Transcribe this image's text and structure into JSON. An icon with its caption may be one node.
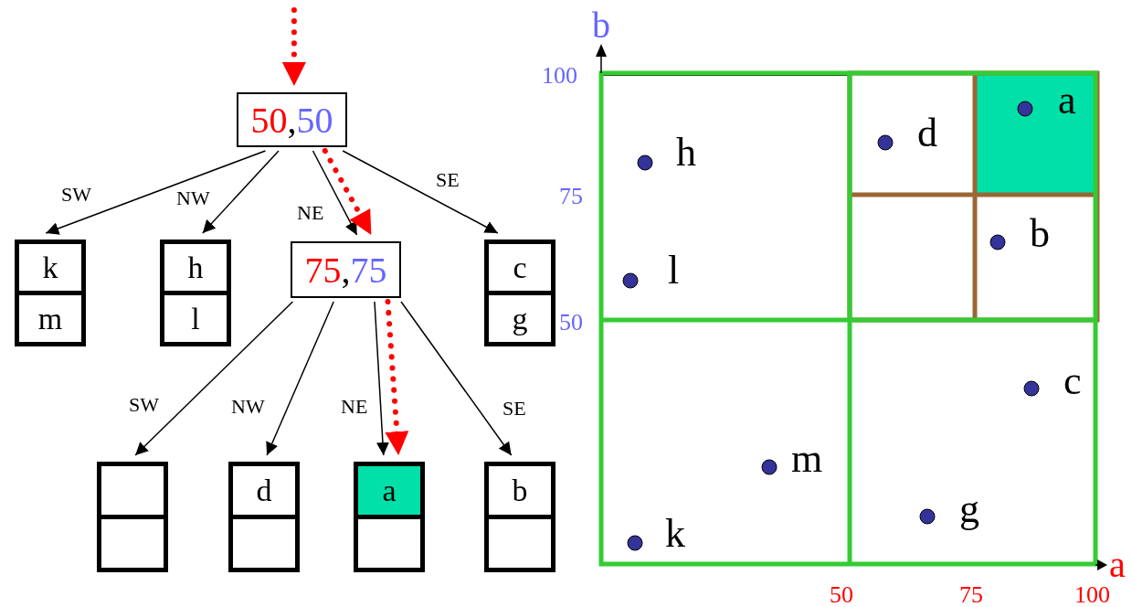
{
  "diagram": {
    "nodes": [
      {
        "text": [
          "50,50"
        ]
      },
      {
        "text": [
          "k",
          "m"
        ]
      },
      {
        "text": [
          "h",
          "l"
        ]
      },
      {
        "text": [
          "75,75"
        ]
      },
      {
        "text": [
          "c",
          "g"
        ]
      },
      {
        "text": [],
        "shape": "box"
      },
      {
        "text": [
          "d"
        ]
      },
      {
        "text": [
          "a"
        ]
      },
      {
        "text": [
          "b"
        ]
      }
    ],
    "edges": [
      {
        "from": null,
        "to": 0,
        "arrow": "to",
        "style": "dashed",
        "color": "#ff0000"
      },
      {
        "from": 0,
        "to": 1,
        "arrow": "to",
        "label": "SW"
      },
      {
        "from": 0,
        "to": 2,
        "arrow": "to",
        "label": "NW"
      },
      {
        "from": 0,
        "to": 3,
        "arrow": "to",
        "label": "NE"
      },
      {
        "from": 0,
        "to": 3,
        "arrow": "to",
        "style": "dashed",
        "color": "#ff0000"
      },
      {
        "from": 0,
        "to": 4,
        "arrow": "to",
        "label": "SE"
      },
      {
        "from": 3,
        "to": 5,
        "arrow": "to",
        "label": "SW"
      },
      {
        "from": 3,
        "to": 6,
        "arrow": "to",
        "label": "NW"
      },
      {
        "from": 3,
        "to": 7,
        "arrow": "to",
        "label": "NE"
      },
      {
        "from": 3,
        "to": 7,
        "arrow": "to",
        "style": "dashed",
        "color": "#ff0000"
      },
      {
        "from": 3,
        "to": 8,
        "arrow": "to",
        "label": "SE"
      }
    ],
    "labels": [
      "b",
      "100",
      "a",
      "d",
      "h",
      "75",
      "b",
      "l",
      "50",
      "c",
      "m",
      "g",
      "k",
      "a",
      "50",
      "75",
      "100"
    ]
  }
}
